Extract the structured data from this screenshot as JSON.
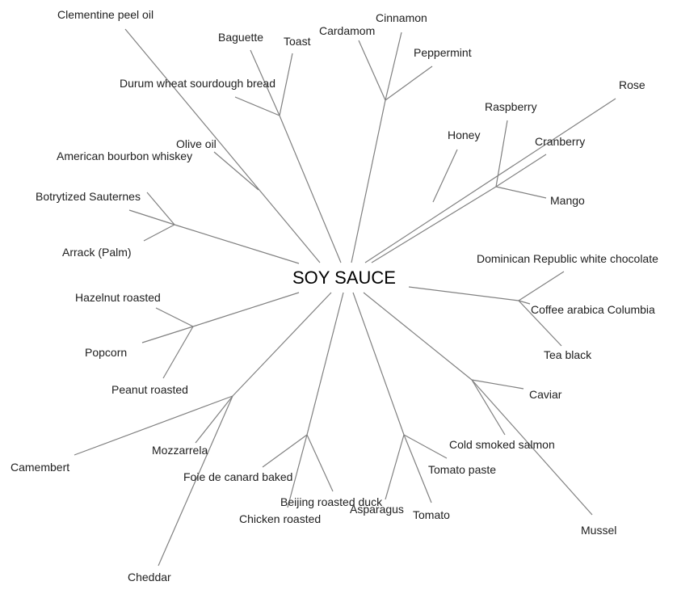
{
  "center_label": "SOY SAUCE",
  "leaves": {
    "clementine": "Clementine peel oil",
    "baguette": "Baguette",
    "toast": "Toast",
    "cardamom": "Cardamom",
    "cinnamon": "Cinnamon",
    "peppermint": "Peppermint",
    "rose": "Rose",
    "durum": "Durum wheat sourdough bread",
    "raspberry": "Raspberry",
    "honey": "Honey",
    "cranberry": "Cranberry",
    "olive_oil": "Olive oil",
    "bourbon": "American bourbon whiskey",
    "sauternes": "Botrytized Sauternes",
    "mango": "Mango",
    "arrack": "Arrack (Palm)",
    "dominican": "Dominican Republic white chocolate",
    "coffee": "Coffee arabica Columbia",
    "hazelnut": "Hazelnut roasted",
    "tea": "Tea black",
    "popcorn": "Popcorn",
    "peanut": "Peanut roasted",
    "caviar": "Caviar",
    "salmon": "Cold smoked salmon",
    "mozzarella": "Mozzarrela",
    "camembert": "Camembert",
    "tomato_paste": "Tomato paste",
    "foie": "Foie de canard baked",
    "duck": "Beijing roasted duck",
    "asparagus": "Asparagus",
    "tomato": "Tomato",
    "chicken": "Chicken roasted",
    "mussel": "Mussel",
    "cheddar": "Cheddar"
  }
}
